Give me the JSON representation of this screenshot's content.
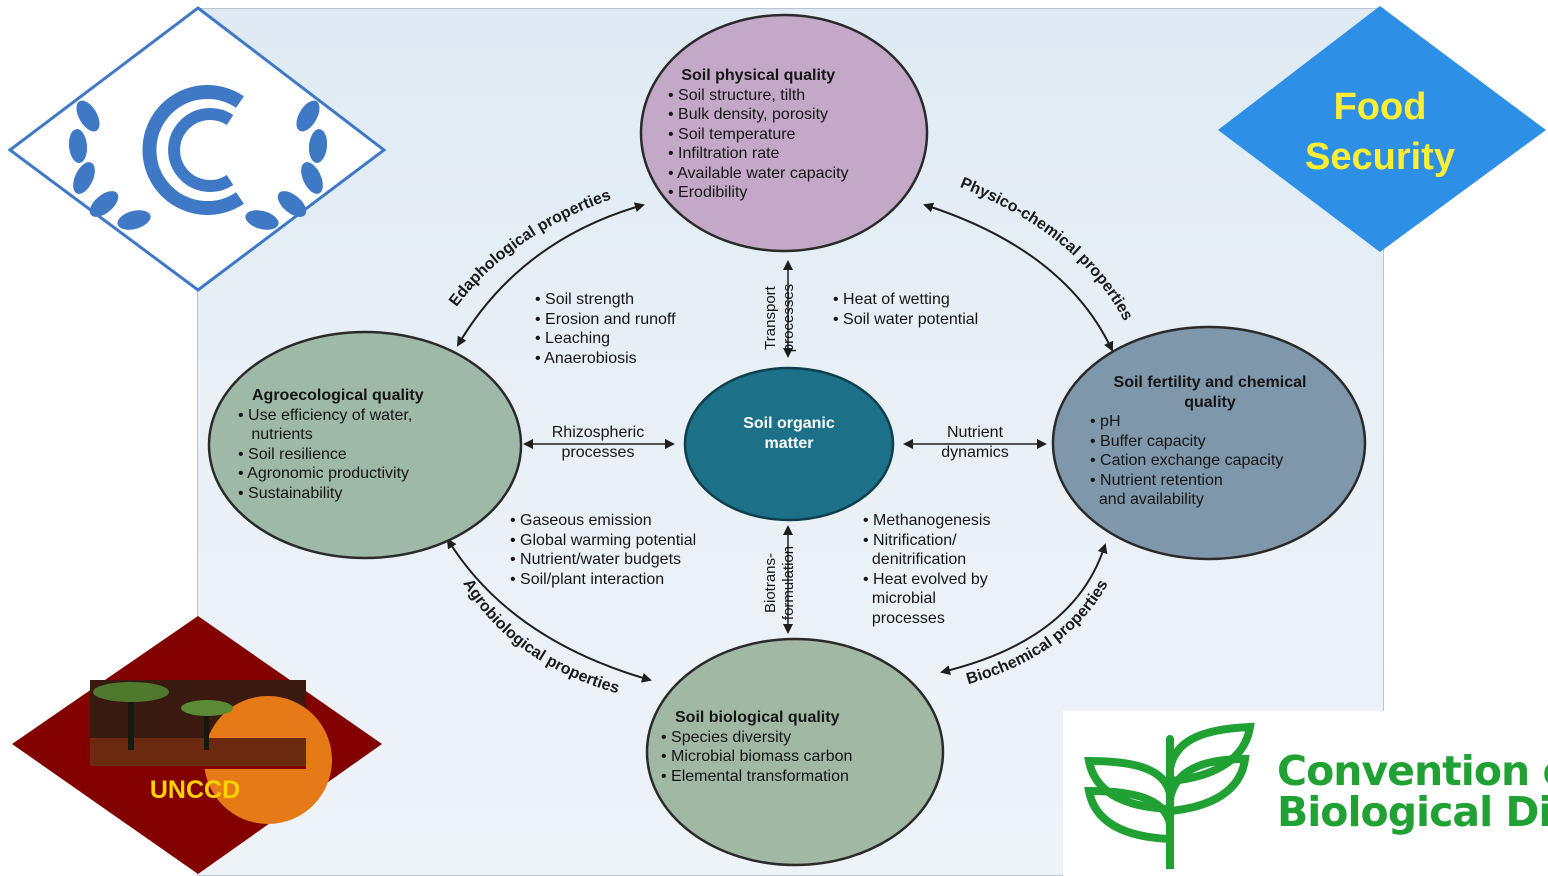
{
  "diagram": {
    "center": "Soil organic matter",
    "physical": {
      "title": "Soil physical quality",
      "items": [
        "• Soil structure, tilth",
        "• Bulk density, porosity",
        "• Soil temperature",
        "• Infiltration rate",
        "• Available water capacity",
        "• Erodibility"
      ]
    },
    "agro": {
      "title": "Agroecological quality",
      "items": [
        "• Use efficiency of water,",
        "   nutrients",
        "• Soil resilience",
        "• Agronomic productivity",
        "• Sustainability"
      ]
    },
    "fertility": {
      "title": "Soil fertility and chemical quality",
      "items": [
        "• pH",
        "• Buffer capacity",
        "• Cation exchange capacity",
        "• Nutrient retention",
        "  and availability"
      ]
    },
    "biological": {
      "title": "Soil biological quality",
      "items": [
        "• Species diversity",
        "• Microbial biomass carbon",
        "• Elemental transformation"
      ]
    },
    "arcs": {
      "edaphological": "Edaphological properties",
      "physico_chemical": "Physico-chemical properties",
      "biochemical": "Biochemical properties",
      "agrobiological": "Agrobiological properties"
    },
    "links": {
      "transport": "Transport processes",
      "biotransformulation": "Biotrans- formulation",
      "rhizospheric": "Rhizospheric processes",
      "nutrient": "Nutrient dynamics"
    },
    "top_left_notes": [
      "• Soil strength",
      "• Erosion and runoff",
      "• Leaching",
      "• Anaerobiosis"
    ],
    "top_right_notes": [
      "• Heat of wetting",
      "• Soil water potential"
    ],
    "bottom_left_notes": [
      "• Gaseous emission",
      "• Global warming potential",
      "• Nutrient/water budgets",
      "• Soil/plant interaction"
    ],
    "bottom_right_notes": [
      "• Methanogenesis",
      "• Nitrification/",
      "  denitrification",
      "• Heat evolved by",
      "  microbial",
      "  processes"
    ]
  },
  "badges": {
    "food_security": "Food Security",
    "unccd": "UNCCD",
    "cbd": "Convention on Biological Diversity"
  },
  "colors": {
    "physical": "#c4a8c8",
    "agro": "#9fb9a8",
    "fertility": "#7f97ab",
    "biological": "#a1b8a5",
    "center": "#1c7188",
    "food_security_bg": "#2d90e6",
    "food_security_text": "#ffee32",
    "unccd_bg": "#820000",
    "unccd_text": "#ffd200",
    "cbd_green": "#21a134",
    "unfccc_blue": "#3f79c6"
  }
}
